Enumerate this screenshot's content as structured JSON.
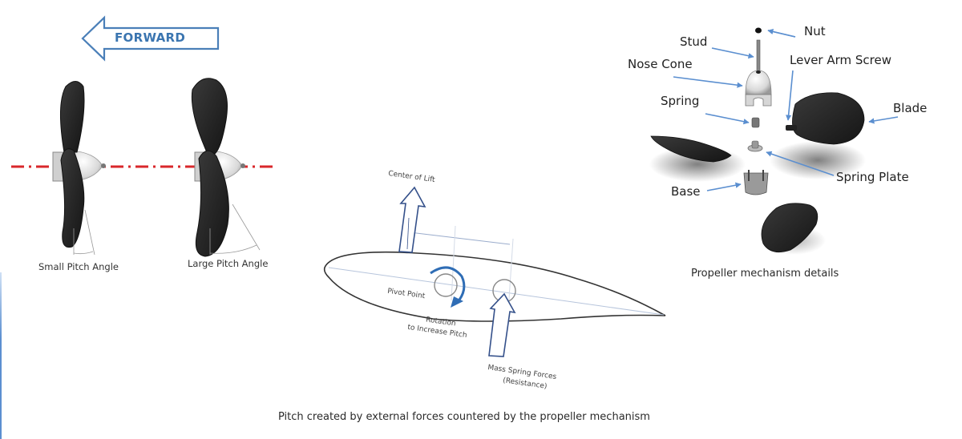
{
  "forward_arrow": {
    "label": "FORWARD",
    "color": "#3b75b0"
  },
  "propellers": [
    {
      "id": "small",
      "label": "Small Pitch Angle"
    },
    {
      "id": "large",
      "label": "Large Pitch Angle"
    }
  ],
  "centerline": {
    "color": "#d9272b",
    "style": "dash-dot"
  },
  "airfoil_diagram": {
    "labels": {
      "center_of_lift": "Center of Lift",
      "pivot_point": "Pivot Point",
      "rotation_line1": "Rotation",
      "rotation_line2": "to Increase Pitch",
      "mass_spring_line1": "Mass Spring Forces",
      "mass_spring_line2": "(Resistance)"
    },
    "rotation_arrow_color": "#2f6db5"
  },
  "mechanism": {
    "parts": [
      {
        "id": "nut",
        "label": "Nut"
      },
      {
        "id": "stud",
        "label": "Stud"
      },
      {
        "id": "nose_cone",
        "label": "Nose Cone"
      },
      {
        "id": "lever_arm_screw",
        "label": "Lever Arm Screw"
      },
      {
        "id": "spring",
        "label": "Spring"
      },
      {
        "id": "blade",
        "label": "Blade"
      },
      {
        "id": "spring_plate",
        "label": "Spring Plate"
      },
      {
        "id": "base",
        "label": "Base"
      }
    ],
    "caption": "Propeller mechanism details",
    "arrow_color": "#5b8fd0"
  },
  "figure_caption": "Pitch created by external forces countered by the propeller mechanism"
}
